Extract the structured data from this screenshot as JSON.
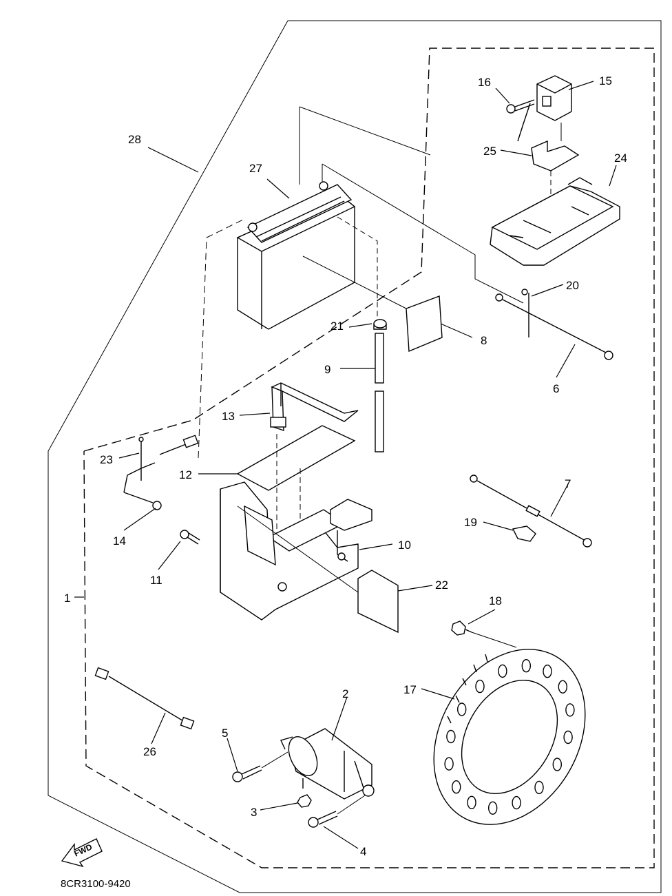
{
  "diagram": {
    "code": "8CR3100-9420",
    "fwd_label": "FWD",
    "callouts": [
      {
        "id": "c1",
        "text": "1"
      },
      {
        "id": "c2",
        "text": "2"
      },
      {
        "id": "c3",
        "text": "3"
      },
      {
        "id": "c4",
        "text": "4"
      },
      {
        "id": "c5",
        "text": "5"
      },
      {
        "id": "c6",
        "text": "6"
      },
      {
        "id": "c7",
        "text": "7"
      },
      {
        "id": "c8",
        "text": "8"
      },
      {
        "id": "c9",
        "text": "9"
      },
      {
        "id": "c10",
        "text": "10"
      },
      {
        "id": "c11",
        "text": "11"
      },
      {
        "id": "c12",
        "text": "12"
      },
      {
        "id": "c13",
        "text": "13"
      },
      {
        "id": "c14",
        "text": "14"
      },
      {
        "id": "c15",
        "text": "15"
      },
      {
        "id": "c16",
        "text": "16"
      },
      {
        "id": "c17",
        "text": "17"
      },
      {
        "id": "c18",
        "text": "18"
      },
      {
        "id": "c19",
        "text": "19"
      },
      {
        "id": "c20",
        "text": "20"
      },
      {
        "id": "c21",
        "text": "21"
      },
      {
        "id": "c22",
        "text": "22"
      },
      {
        "id": "c23",
        "text": "23"
      },
      {
        "id": "c24",
        "text": "24"
      },
      {
        "id": "c25",
        "text": "25"
      },
      {
        "id": "c26",
        "text": "26"
      },
      {
        "id": "c27",
        "text": "27"
      },
      {
        "id": "c28",
        "text": "28"
      }
    ]
  }
}
